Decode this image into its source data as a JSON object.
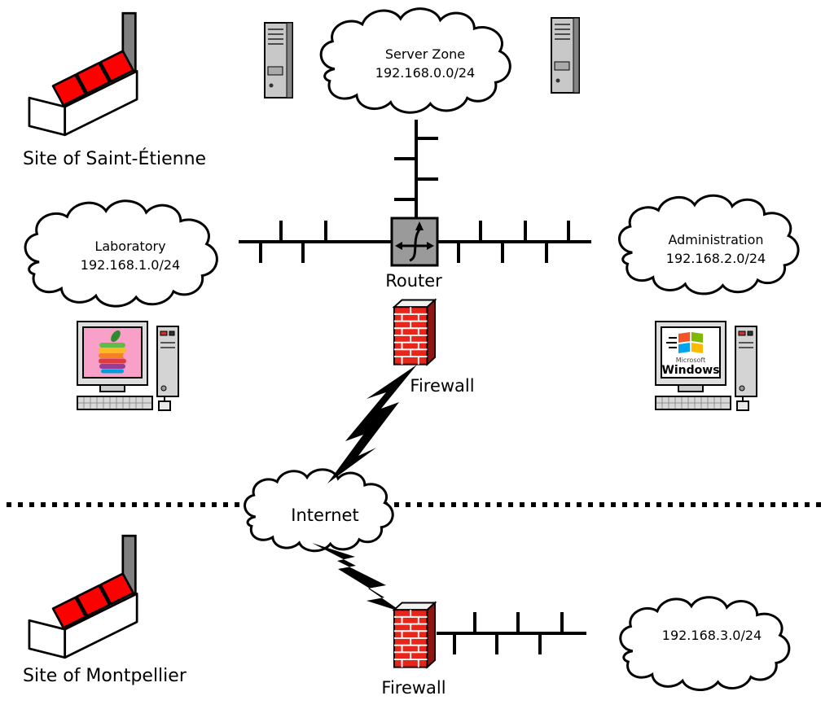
{
  "diagram": {
    "sites": {
      "saint_etienne": "Site of Saint-Étienne",
      "montpellier": "Site of Montpellier"
    },
    "networks": {
      "server_zone": {
        "name": "Server Zone",
        "subnet": "192.168.0.0/24"
      },
      "laboratory": {
        "name": "Laboratory",
        "subnet": "192.168.1.0/24"
      },
      "administration": {
        "name": "Administration",
        "subnet": "192.168.2.0/24"
      },
      "internet": {
        "name": "Internet"
      },
      "montpellier_lan": {
        "subnet": "192.168.3.0/24"
      }
    },
    "devices": {
      "router": "Router",
      "firewall_site1": "Firewall",
      "firewall_site2": "Firewall"
    },
    "workstations": {
      "pc": {
        "brand": "Microsoft",
        "os": "Windows"
      }
    },
    "colors": {
      "factory_red": "#ff0000",
      "firewall_front": "#e8251a",
      "firewall_side": "#8f1612",
      "router_gray": "#9a9a9a",
      "screen_pink": "#f8a0c8",
      "chimney_gray": "#7f7f7f"
    }
  }
}
